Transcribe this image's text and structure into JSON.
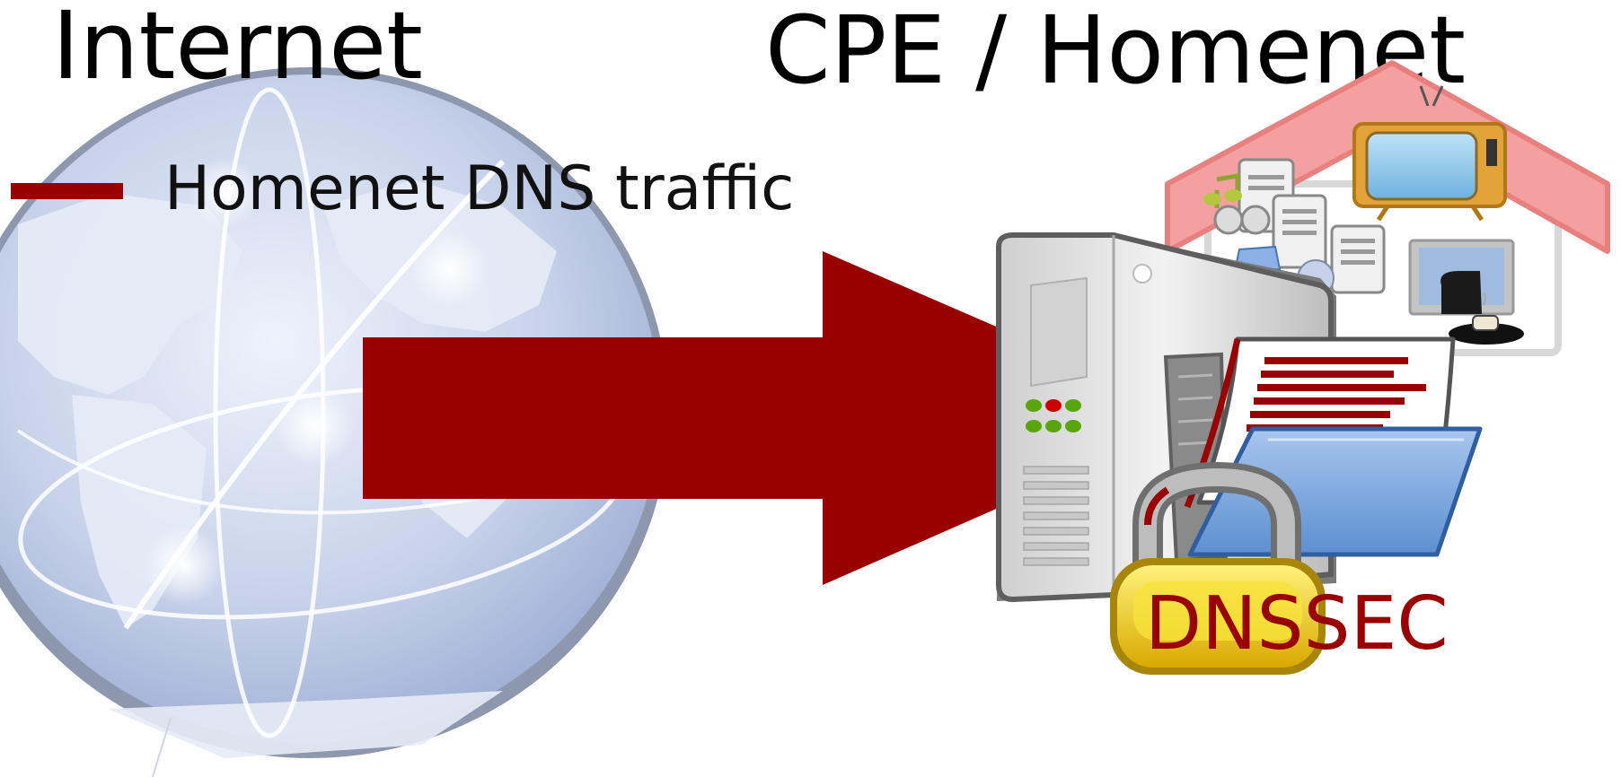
{
  "titles": {
    "left": "Internet",
    "right": "CPE / Homenet"
  },
  "legend": {
    "label": "Homenet DNS traffic",
    "line_color": "#990000"
  },
  "badge": {
    "label": "DNSSEC",
    "color": "#990000"
  },
  "colors": {
    "arrow": "#990000",
    "globe": "#c9d3ea",
    "roof": "#f08a8a",
    "lock": "#e8c21a"
  },
  "icons": [
    "globe-icon",
    "server-icon",
    "document-icon",
    "folder-icon",
    "padlock-icon",
    "house-icon",
    "tv-icon",
    "music-note-icon",
    "monitor-icon",
    "coffee-machine-icon"
  ]
}
